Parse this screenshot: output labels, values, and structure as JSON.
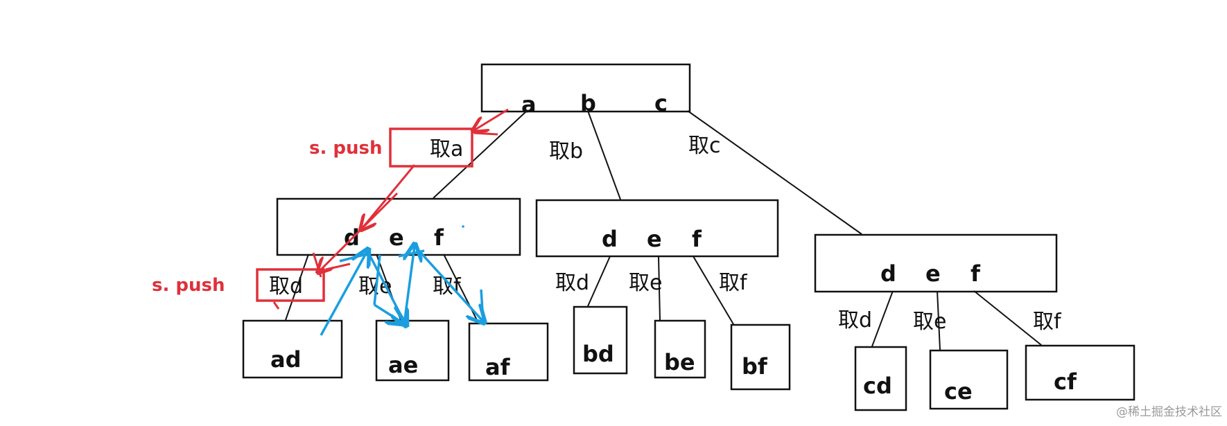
{
  "colors": {
    "stroke": "#111111",
    "highlight_red": "#e0303a",
    "trace_blue": "#1a9ee0",
    "watermark": "#9a9a9a"
  },
  "root": {
    "labels": [
      "a",
      "b",
      "c"
    ]
  },
  "branch_labels": [
    "取a",
    "取b",
    "取c"
  ],
  "level2": [
    {
      "labels": [
        "d",
        "e",
        "f"
      ]
    },
    {
      "labels": [
        "d",
        "e",
        "f"
      ]
    },
    {
      "labels": [
        "d",
        "e",
        "f"
      ]
    }
  ],
  "leaf_edge_labels": [
    "取d",
    "取e",
    "取f",
    "取d",
    "取e",
    "取f",
    "取d",
    "取e",
    "取f"
  ],
  "leaves": [
    "ad",
    "ae",
    "af",
    "bd",
    "be",
    "bf",
    "cd",
    "ce",
    "cf"
  ],
  "annotations": {
    "push_1": "s. push",
    "push_2": "s. push"
  },
  "watermark": "@稀土掘金技术社区"
}
